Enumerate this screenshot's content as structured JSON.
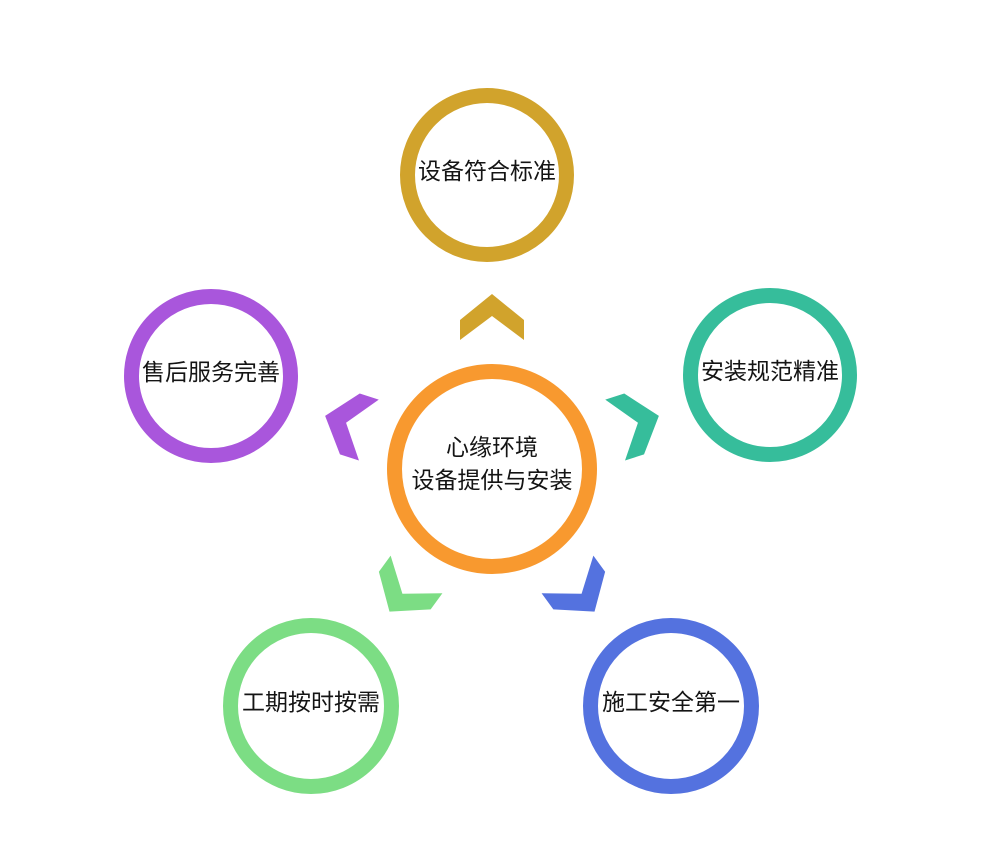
{
  "diagram": {
    "background": "#ffffff",
    "text_color": "#141414",
    "center": {
      "line1": "心缘环境",
      "line2": "设备提供与安装",
      "color": "#F8992F"
    },
    "nodes": [
      {
        "id": "top",
        "label": "设备符合标准",
        "color": "#D1A32C"
      },
      {
        "id": "right",
        "label": "安装规范精准",
        "color": "#36BD9B"
      },
      {
        "id": "bottom-right",
        "label": "施工安全第一",
        "color": "#5472DF"
      },
      {
        "id": "bottom-left",
        "label": "工期按时按需",
        "color": "#7CDD84"
      },
      {
        "id": "left",
        "label": "售后服务完善",
        "color": "#A956DC"
      }
    ],
    "arrow_shape": "chevron"
  }
}
